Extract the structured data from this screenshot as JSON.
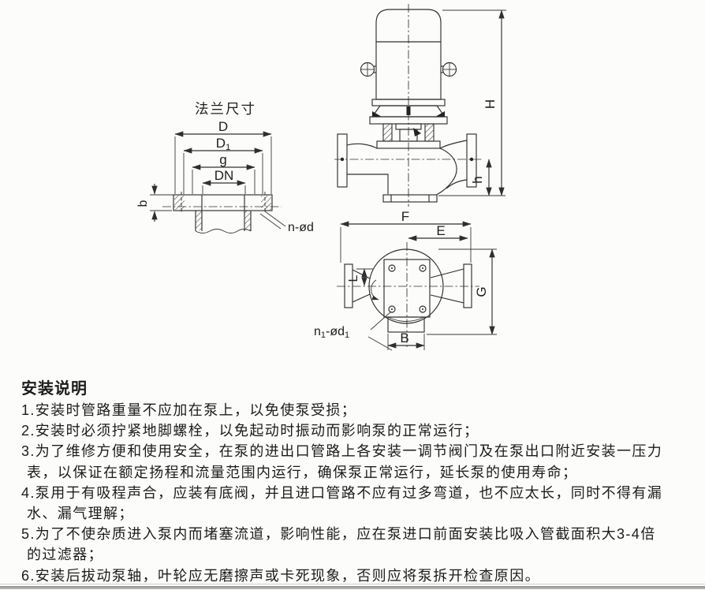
{
  "flange_diagram": {
    "title": "法兰尺寸",
    "dim_d": "D",
    "dim_d1_main": "D",
    "dim_d1_sub": "1",
    "dim_g": "g",
    "dim_dn": "DN",
    "dim_b": "b",
    "bolt_note": "n-ød"
  },
  "front_view": {
    "dim_height_total": "H",
    "dim_height_outlet": "h"
  },
  "top_view": {
    "dim_f": "F",
    "dim_e": "E",
    "dim_g": "G",
    "dim_b": "B",
    "dim_l": "L",
    "bolt_note_p1": "n",
    "bolt_note_s1": "1",
    "bolt_note_p2": "-ød",
    "bolt_note_s2": "1"
  },
  "instructions": {
    "heading": "安装说明",
    "lines": [
      "1.安装时管路重量不应加在泵上，以免使泵受损；",
      "2.安装时必须拧紧地脚螺栓，以免起动时振动而影响泵的正常运行；",
      "3.为了维修方便和使用安全，在泵的进出口管路上各安装一调节阀门及在泵出口附近安装一压力",
      "表，以保证在额定扬程和流量范围内运行，确保泵正常运行，延长泵的使用寿命；",
      "4.泵用于有吸程声合，应装有底阀，并且进口管路不应有过多弯道，也不应太长，同时不得有漏",
      "水、漏气理解；",
      "5.为了不使杂质进入泵内而堵塞流道，影响性能，应在泵进口前面安装比吸入管截面积大3-4倍",
      "的过滤器；",
      "6.安装后拔动泵轴，叶轮应无磨擦声或卡死现象，否则应将泵拆开检查原因。"
    ]
  }
}
